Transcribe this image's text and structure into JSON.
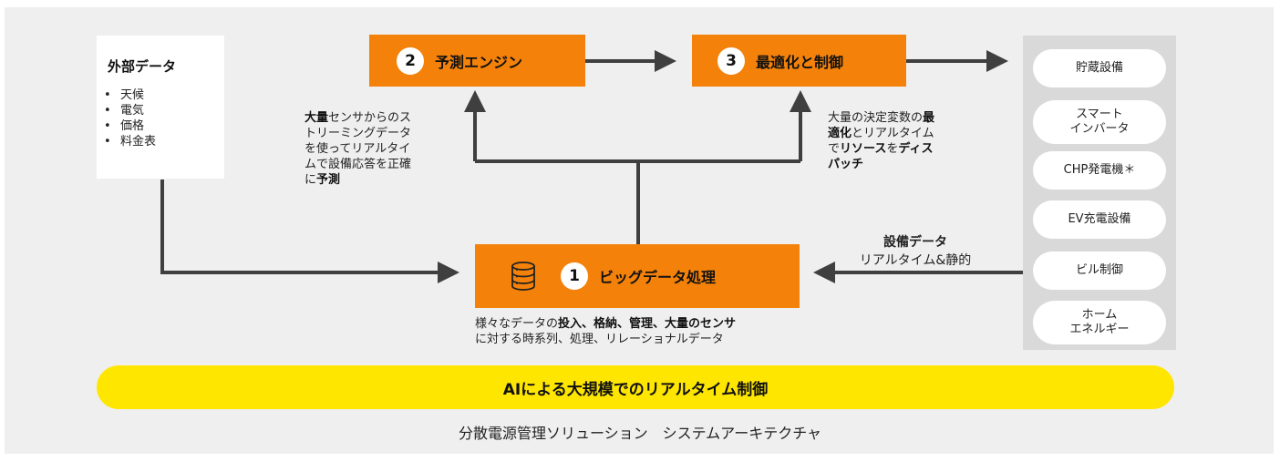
{
  "external": {
    "title": "外部データ",
    "items": [
      "天候",
      "電気",
      "価格",
      "料金表"
    ]
  },
  "forecast": {
    "num": "2",
    "label": "予測エンジン"
  },
  "optimize": {
    "num": "3",
    "label": "最適化と制御"
  },
  "bigdata": {
    "num": "1",
    "label": "ビッグデータ処理",
    "icon": "database-icon"
  },
  "note_forecast": {
    "l1a": "大量",
    "l1b": "センサからのス",
    "l2": "トリーミングデータ",
    "l3": "を使ってリアルタイ",
    "l4": "ムで設備応答を正確",
    "l5a": "に",
    "l5b": "予測"
  },
  "note_optimize": {
    "l1a": "大量の決定変数の",
    "l1b": "最",
    "l2a": "適化",
    "l2b": "とリアルタイム",
    "l3a": "で",
    "l3b": "リソース",
    "l3c": "を",
    "l3d": "ディス",
    "l4": "パッチ"
  },
  "note_bigdata": {
    "l1a": "様々なデータの",
    "l1b": "投入、格納、管理、大量のセンサ",
    "l2": "に対する時系列、処理、リレーショナルデータ"
  },
  "equipment_data": {
    "title": "設備データ",
    "sub": "リアルタイム&静的"
  },
  "resources": [
    "貯蔵設備",
    "スマート\nインバータ",
    "CHP発電機＊",
    "EV充電設備",
    "ビル制御",
    "ホーム\nエネルギー"
  ],
  "banner": "AIによる大規模でのリアルタイム制御",
  "caption": "分散電源管理ソリューション　システムアーキテクチャ",
  "colors": {
    "orange": "#f4820a",
    "yellow": "#ffe600",
    "arrow": "#3f3f3f",
    "panel": "#d9d9d9"
  }
}
